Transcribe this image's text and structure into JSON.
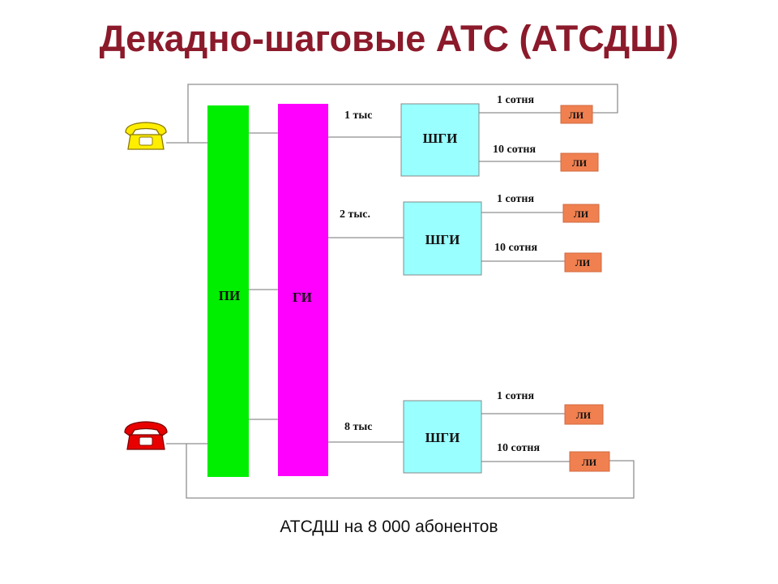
{
  "title": "Декадно-шаговые АТС (АТСДШ)",
  "caption": "АТСДШ на 8 000 абонентов",
  "blocks": {
    "pi": "ПИ",
    "gi": "ГИ",
    "shgi_1": "ШГИ",
    "shgi_2": "ШГИ",
    "shgi_8": "ШГИ"
  },
  "thousands": {
    "t1": "1 тыс",
    "t2": "2 тыс.",
    "t8": "8 тыс"
  },
  "hundreds": {
    "g1_a": "1 сотня",
    "g1_b": "10 сотня",
    "g2_a": "1 сотня",
    "g2_b": "10 сотня",
    "g8_a": "1 сотня",
    "g8_b": "10 сотня"
  },
  "line_finders": {
    "g1_a": "ЛИ",
    "g1_b": "ЛИ",
    "g2_a": "ЛИ",
    "g2_b": "ЛИ",
    "g8_a": "ЛИ",
    "g8_b": "ЛИ"
  },
  "colors": {
    "title": "#8b1a2b",
    "pi_block": "#00ee00",
    "gi_block": "#ff00ff",
    "shgi_block": "#99ffff",
    "li_block": "#f08050",
    "phone_caller": "#ffee00",
    "phone_callee": "#e80000",
    "wire": "#8f8f8f"
  },
  "icons": {
    "caller": "telephone-icon",
    "callee": "telephone-icon"
  }
}
